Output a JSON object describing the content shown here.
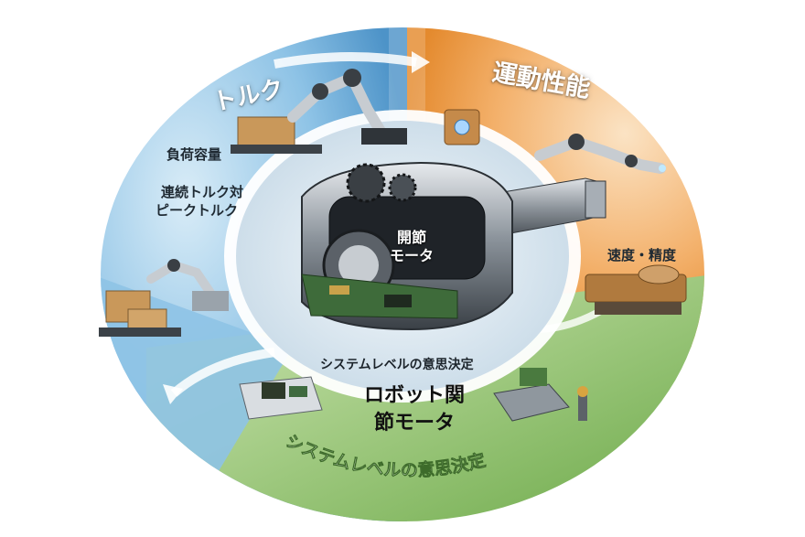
{
  "sections": {
    "torque": {
      "title": "トルク",
      "items": [
        "負荷容量",
        "連続トルク対",
        "ピークトルク"
      ]
    },
    "performance": {
      "title": "運動性能",
      "items": [
        "速度・精度"
      ]
    },
    "system": {
      "title": "システムレベルの意思決定"
    }
  },
  "center": {
    "motor_label_line1": "開節",
    "motor_label_line2": "モータ",
    "caption": "システムレベルの意思決定",
    "title_line1": "ロボット関",
    "title_line2": "節モータ"
  },
  "colors": {
    "torque_blue": "#5fa8d8",
    "performance_orange": "#f0a24a",
    "system_green": "#7fb957",
    "inner_ring": "#f4f7fa"
  }
}
